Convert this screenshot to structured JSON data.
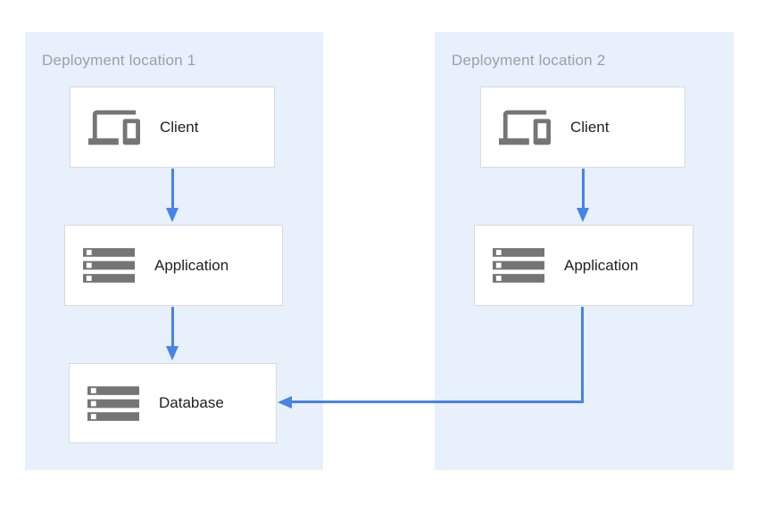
{
  "diagram": {
    "zones": [
      {
        "id": "zone1",
        "label": "Deployment location 1",
        "nodes": [
          {
            "id": "client1",
            "label": "Client",
            "icon": "devices-icon"
          },
          {
            "id": "app1",
            "label": "Application",
            "icon": "server-stack-icon"
          },
          {
            "id": "db1",
            "label": "Database",
            "icon": "server-stack-icon"
          }
        ]
      },
      {
        "id": "zone2",
        "label": "Deployment location 2",
        "nodes": [
          {
            "id": "client2",
            "label": "Client",
            "icon": "devices-icon"
          },
          {
            "id": "app2",
            "label": "Application",
            "icon": "server-stack-icon"
          }
        ]
      }
    ],
    "edges": [
      {
        "from": "client1",
        "to": "app1",
        "shape": "straight-down"
      },
      {
        "from": "app1",
        "to": "db1",
        "shape": "straight-down"
      },
      {
        "from": "client2",
        "to": "app2",
        "shape": "straight-down"
      },
      {
        "from": "app2",
        "to": "db1",
        "shape": "elbow-down-left"
      }
    ],
    "colors": {
      "zone_fill": "#e8f0fc",
      "zone_label_gray": "#9aa0a6",
      "box_fill": "#ffffff",
      "box_border": "#d8dadd",
      "box_label": "#212121",
      "icon_gray": "#757575",
      "arrow_blue": "#4683ea"
    }
  }
}
